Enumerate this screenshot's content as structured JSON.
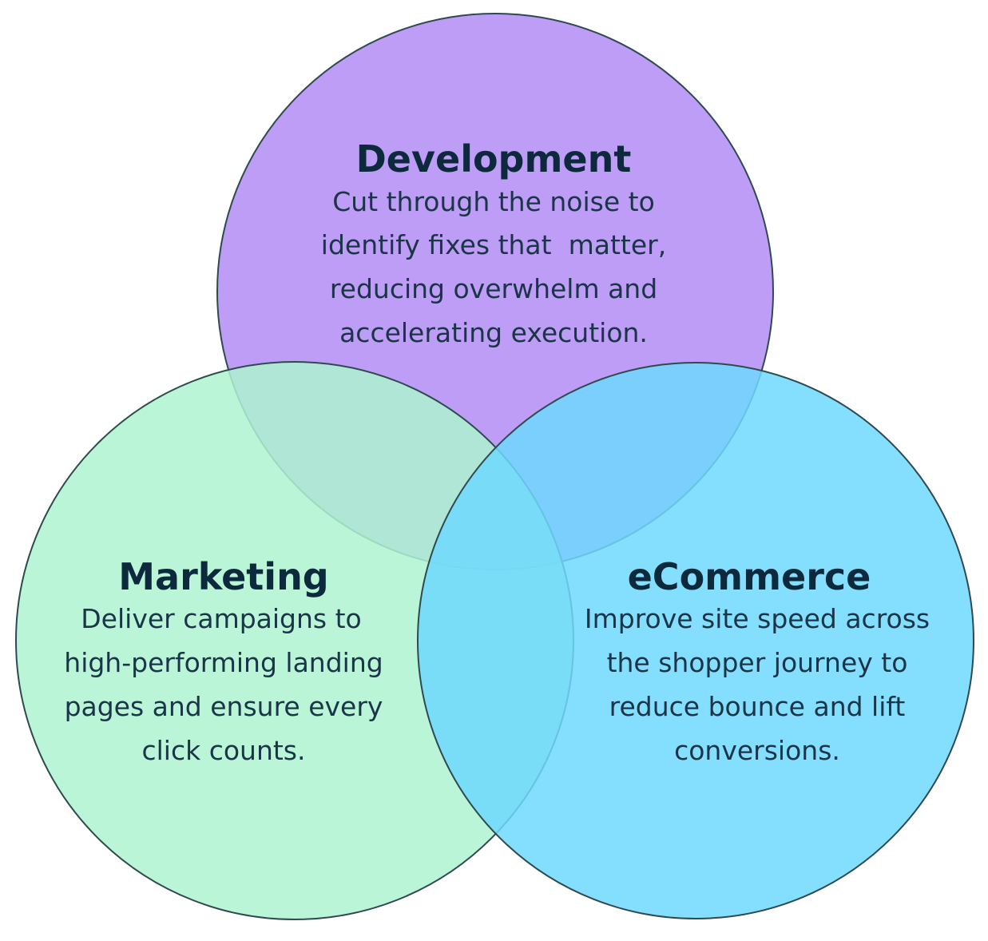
{
  "colors": {
    "development": "#b28cf5",
    "marketing": "#aef3d0",
    "ecommerce": "#6fd8fd",
    "outline": "#2f4a4f",
    "title_text": "#0d2a3d",
    "body_text": "#1a3448"
  },
  "sets": {
    "development": {
      "title": "Development",
      "lines": [
        "Cut through the noise to",
        "identify fixes that  matter,",
        "reducing overwhelm and",
        "accelerating execution."
      ]
    },
    "marketing": {
      "title": "Marketing",
      "lines": [
        "Deliver campaigns to",
        "high-performing landing",
        "pages and ensure every",
        "click counts."
      ]
    },
    "ecommerce": {
      "title": "eCommerce",
      "lines": [
        "Improve site speed across",
        "the shopper journey to",
        "reduce bounce and lift",
        "conversions."
      ]
    }
  }
}
